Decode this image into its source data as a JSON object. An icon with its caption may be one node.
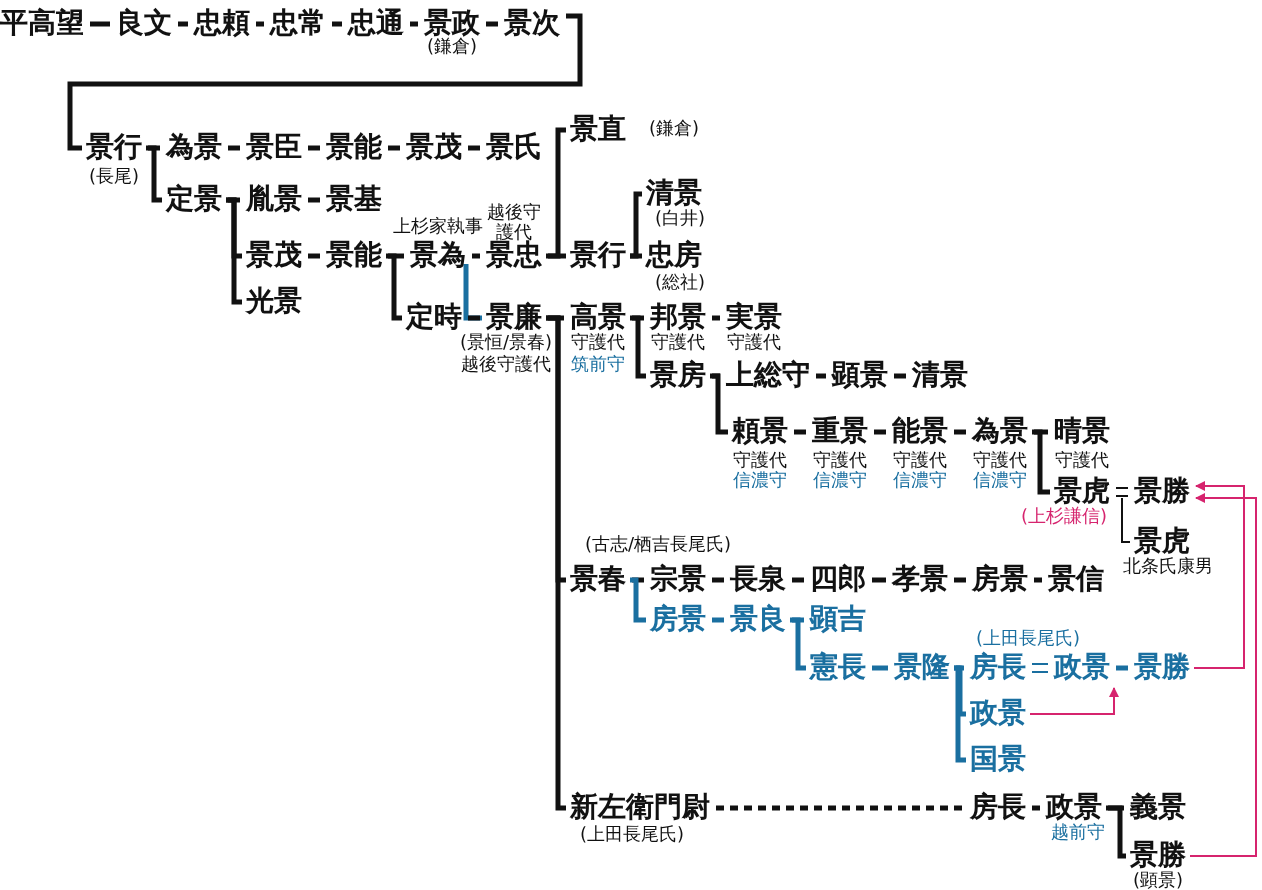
{
  "diagram": {
    "nodes": [
      {
        "text": [
          "平高望"
        ]
      },
      {
        "text": [
          "良文"
        ]
      },
      {
        "text": [
          "忠頼"
        ]
      },
      {
        "text": [
          "忠常"
        ]
      },
      {
        "text": [
          "忠通"
        ]
      },
      {
        "text": [
          "景政"
        ],
        "beside": [
          "(鎌倉)"
        ]
      },
      {
        "text": [
          "景次"
        ]
      },
      {
        "text": [
          "景行"
        ],
        "beside": [
          "(長尾)"
        ]
      },
      {
        "text": [
          "為景"
        ]
      },
      {
        "text": [
          "景臣"
        ]
      },
      {
        "text": [
          "景能"
        ]
      },
      {
        "text": [
          "景茂"
        ]
      },
      {
        "text": [
          "景氏"
        ]
      },
      {
        "text": [
          "定景"
        ]
      },
      {
        "text": [
          "胤景"
        ]
      },
      {
        "text": [
          "景基"
        ]
      },
      {
        "text": [
          "景茂"
        ]
      },
      {
        "text": [
          "景能"
        ]
      },
      {
        "text": [
          "光景"
        ]
      },
      {
        "text": [
          "景為"
        ],
        "beside": [
          "上杉家執事"
        ]
      },
      {
        "text": [
          "景忠"
        ],
        "beside": [
          "越後守護代"
        ]
      },
      {
        "text": [
          "定時"
        ]
      },
      {
        "text": [
          "景廉"
        ],
        "beside": [
          "(景恒/景春)",
          "越後守護代"
        ]
      },
      {
        "text": [
          "景直"
        ],
        "beside": [
          "(鎌倉)"
        ]
      },
      {
        "text": [
          "景行"
        ]
      },
      {
        "text": [
          "清景"
        ],
        "beside": [
          "(白井)"
        ]
      },
      {
        "text": [
          "忠房"
        ],
        "beside": [
          "(総社)"
        ]
      },
      {
        "text": [
          "高景"
        ],
        "beside": [
          "守護代",
          "筑前守"
        ]
      },
      {
        "text": [
          "邦景"
        ],
        "beside": [
          "守護代"
        ]
      },
      {
        "text": [
          "実景"
        ],
        "beside": [
          "守護代"
        ]
      },
      {
        "text": [
          "景房"
        ]
      },
      {
        "text": [
          "上総守"
        ]
      },
      {
        "text": [
          "顕景"
        ]
      },
      {
        "text": [
          "清景"
        ]
      },
      {
        "text": [
          "頼景"
        ],
        "beside": [
          "守護代",
          "信濃守"
        ]
      },
      {
        "text": [
          "重景"
        ],
        "beside": [
          "守護代",
          "信濃守"
        ]
      },
      {
        "text": [
          "能景"
        ],
        "beside": [
          "守護代",
          "信濃守"
        ]
      },
      {
        "text": [
          "為景"
        ],
        "beside": [
          "守護代",
          "信濃守"
        ]
      },
      {
        "text": [
          "晴景"
        ],
        "beside": [
          "守護代"
        ]
      },
      {
        "text": [
          "景虎"
        ],
        "beside": [
          "(上杉謙信)"
        ]
      },
      {
        "text": [
          "景勝"
        ]
      },
      {
        "text": [
          "景虎"
        ],
        "beside": [
          "北条氏康男"
        ]
      },
      {
        "text": [
          "景春"
        ],
        "beside": [
          "(古志/栖吉長尾氏)"
        ]
      },
      {
        "text": [
          "宗景"
        ]
      },
      {
        "text": [
          "長泉"
        ]
      },
      {
        "text": [
          "四郎"
        ]
      },
      {
        "text": [
          "孝景"
        ]
      },
      {
        "text": [
          "房景"
        ]
      },
      {
        "text": [
          "景信"
        ]
      },
      {
        "text": [
          "房景"
        ]
      },
      {
        "text": [
          "景良"
        ]
      },
      {
        "text": [
          "顕吉"
        ]
      },
      {
        "text": [
          "憲長"
        ]
      },
      {
        "text": [
          "景隆"
        ]
      },
      {
        "text": [
          "房長"
        ],
        "beside": [
          "(上田長尾氏)"
        ]
      },
      {
        "text": [
          "政景"
        ]
      },
      {
        "text": [
          "景勝"
        ]
      },
      {
        "text": [
          "政景"
        ]
      },
      {
        "text": [
          "国景"
        ]
      },
      {
        "text": [
          "新左衛門尉"
        ],
        "beside": [
          "(上田長尾氏)"
        ]
      },
      {
        "text": [
          "房長"
        ]
      },
      {
        "text": [
          "政景"
        ],
        "beside": [
          "越前守"
        ]
      },
      {
        "text": [
          "義景"
        ]
      },
      {
        "text": [
          "景勝"
        ],
        "beside": [
          "(顕景)"
        ]
      }
    ],
    "edges": [
      {
        "from": 0,
        "to": 1,
        "arrow": "none"
      },
      {
        "from": 1,
        "to": 2,
        "arrow": "none"
      },
      {
        "from": 2,
        "to": 3,
        "arrow": "none"
      },
      {
        "from": 3,
        "to": 4,
        "arrow": "none"
      },
      {
        "from": 4,
        "to": 5,
        "arrow": "none"
      },
      {
        "from": 5,
        "to": 6,
        "arrow": "none"
      },
      {
        "from": 6,
        "to": 7,
        "arrow": "none"
      },
      {
        "from": 7,
        "to": 8,
        "arrow": "none"
      },
      {
        "from": 7,
        "to": 13,
        "arrow": "none"
      },
      {
        "from": 8,
        "to": 9,
        "arrow": "none"
      },
      {
        "from": 9,
        "to": 10,
        "arrow": "none"
      },
      {
        "from": 10,
        "to": 11,
        "arrow": "none"
      },
      {
        "from": 11,
        "to": 12,
        "arrow": "none"
      },
      {
        "from": 13,
        "to": 14,
        "arrow": "none"
      },
      {
        "from": 13,
        "to": 16,
        "arrow": "none"
      },
      {
        "from": 13,
        "to": 18,
        "arrow": "none"
      },
      {
        "from": 14,
        "to": 15,
        "arrow": "none"
      },
      {
        "from": 16,
        "to": 17,
        "arrow": "none"
      },
      {
        "from": 17,
        "to": 19,
        "arrow": "none"
      },
      {
        "from": 17,
        "to": 21,
        "arrow": "none"
      },
      {
        "from": 19,
        "to": 20,
        "arrow": "none"
      },
      {
        "from": 19,
        "to": 22,
        "arrow": "none",
        "color": "#1a6fa0"
      },
      {
        "from": 21,
        "to": 22,
        "arrow": "none"
      },
      {
        "from": 20,
        "to": 23,
        "arrow": "none"
      },
      {
        "from": 20,
        "to": 24,
        "arrow": "none"
      },
      {
        "from": 24,
        "to": 25,
        "arrow": "none"
      },
      {
        "from": 24,
        "to": 26,
        "arrow": "none"
      },
      {
        "from": 22,
        "to": 27,
        "arrow": "none"
      },
      {
        "from": 22,
        "to": 42,
        "arrow": "none"
      },
      {
        "from": 22,
        "to": 59,
        "arrow": "none"
      },
      {
        "from": 27,
        "to": 28,
        "arrow": "none"
      },
      {
        "from": 27,
        "to": 30,
        "arrow": "none"
      },
      {
        "from": 28,
        "to": 29,
        "arrow": "none"
      },
      {
        "from": 30,
        "to": 31,
        "arrow": "none"
      },
      {
        "from": 30,
        "to": 34,
        "arrow": "none"
      },
      {
        "from": 31,
        "to": 32,
        "arrow": "none"
      },
      {
        "from": 32,
        "to": 33,
        "arrow": "none"
      },
      {
        "from": 34,
        "to": 35,
        "arrow": "none"
      },
      {
        "from": 35,
        "to": 36,
        "arrow": "none"
      },
      {
        "from": 36,
        "to": 37,
        "arrow": "none"
      },
      {
        "from": 37,
        "to": 38,
        "arrow": "none"
      },
      {
        "from": 37,
        "to": 39,
        "arrow": "none"
      },
      {
        "from": 39,
        "to": 40,
        "arrow": "none"
      },
      {
        "from": 39,
        "to": 41,
        "arrow": "none"
      },
      {
        "from": 42,
        "to": 43,
        "arrow": "none"
      },
      {
        "from": 43,
        "to": 44,
        "arrow": "none"
      },
      {
        "from": 44,
        "to": 45,
        "arrow": "none"
      },
      {
        "from": 45,
        "to": 46,
        "arrow": "none"
      },
      {
        "from": 46,
        "to": 47,
        "arrow": "none"
      },
      {
        "from": 47,
        "to": 48,
        "arrow": "none"
      },
      {
        "from": 42,
        "to": 49,
        "arrow": "none",
        "color": "#1a6fa0"
      },
      {
        "from": 49,
        "to": 50,
        "arrow": "none",
        "color": "#1a6fa0"
      },
      {
        "from": 50,
        "to": 51,
        "arrow": "none",
        "color": "#1a6fa0"
      },
      {
        "from": 50,
        "to": 52,
        "arrow": "none",
        "color": "#1a6fa0"
      },
      {
        "from": 52,
        "to": 53,
        "arrow": "none",
        "color": "#1a6fa0"
      },
      {
        "from": 53,
        "to": 54,
        "arrow": "none",
        "color": "#1a6fa0"
      },
      {
        "from": 53,
        "to": 57,
        "arrow": "none",
        "color": "#1a6fa0"
      },
      {
        "from": 53,
        "to": 58,
        "arrow": "none",
        "color": "#1a6fa0"
      },
      {
        "from": 54,
        "to": 55,
        "arrow": "none",
        "color": "#1a6fa0"
      },
      {
        "from": 55,
        "to": 56,
        "arrow": "none",
        "color": "#1a6fa0"
      },
      {
        "from": 57,
        "to": 55,
        "arrow": "to",
        "color": "#d6246e"
      },
      {
        "from": 56,
        "to": 40,
        "arrow": "to",
        "color": "#d6246e"
      },
      {
        "from": 63,
        "to": 40,
        "arrow": "to",
        "color": "#d6246e"
      },
      {
        "from": 59,
        "to": 60,
        "arrow": "none",
        "style": "dashed"
      },
      {
        "from": 60,
        "to": 61,
        "arrow": "none"
      },
      {
        "from": 61,
        "to": 62,
        "arrow": "none"
      },
      {
        "from": 61,
        "to": 63,
        "arrow": "none"
      }
    ]
  }
}
